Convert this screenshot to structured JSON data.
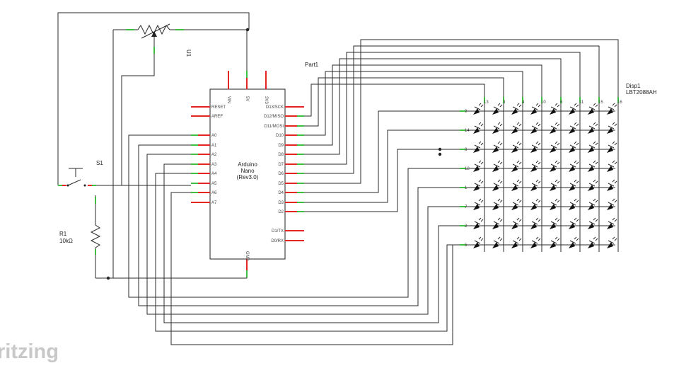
{
  "title": "Fritzing schematic",
  "watermark": "ritzing",
  "arduino": {
    "name_lines": [
      "Arduino",
      "Nano",
      "(Rev3.0)"
    ],
    "top_pins": [
      "VIN",
      "5V",
      "3V3"
    ],
    "left_pins": [
      "RESET",
      "AREF",
      "A0",
      "A1",
      "A2",
      "A3",
      "A4",
      "A5",
      "A6",
      "A7"
    ],
    "right_pins": [
      "D13/SCK",
      "D12/MISO",
      "D11/MOSI",
      "D10",
      "D9",
      "D8",
      "D7",
      "D6",
      "D5",
      "D4",
      "D3",
      "D2",
      "D1/TX",
      "D0/RX"
    ],
    "bottom_pin": "GND"
  },
  "labels": {
    "pot": "U1",
    "switch": "S1",
    "resistor_ref": "R1",
    "resistor_value": "10kΩ",
    "part1": "Part1",
    "display_ref": "Disp1",
    "display_model": "LBT2088AH"
  },
  "display": {
    "column_pins": [
      "13",
      "3",
      "4",
      "10",
      "6",
      "11",
      "15",
      "16"
    ],
    "row_pins": [
      "9",
      "14",
      "8",
      "12",
      "1",
      "7",
      "2",
      "5"
    ]
  },
  "colors": {
    "wire": "#2a2a2a",
    "pin_end": "#e52424",
    "connected_end": "#3fbf3f",
    "watermark": "#c8c8c8"
  }
}
